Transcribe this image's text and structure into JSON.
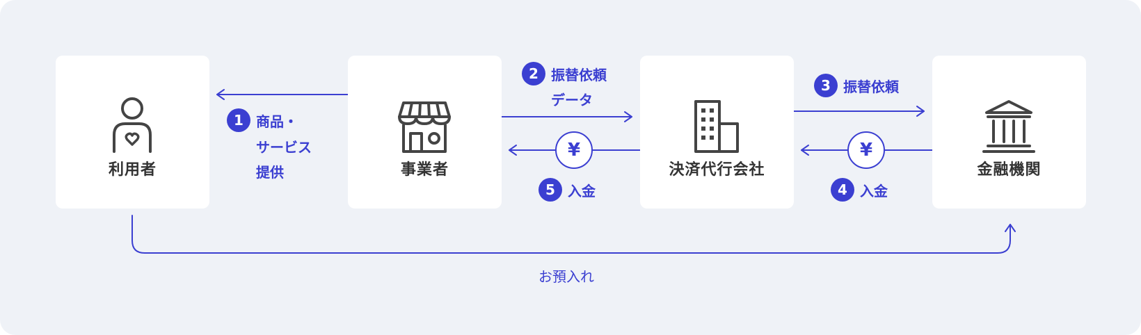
{
  "nodes": [
    {
      "id": "user",
      "label": "利用者",
      "icon": "person-heart-icon"
    },
    {
      "id": "merchant",
      "label": "事業者",
      "icon": "storefront-icon"
    },
    {
      "id": "agency",
      "label": "決済代行会社",
      "icon": "office-building-icon"
    },
    {
      "id": "bank",
      "label": "金融機関",
      "icon": "bank-icon"
    }
  ],
  "steps": [
    {
      "number": "1",
      "lines": [
        "商品・",
        "サービス",
        "提供"
      ]
    },
    {
      "number": "2",
      "lines": [
        "振替依頼",
        "データ"
      ]
    },
    {
      "number": "3",
      "lines": [
        "振替依頼"
      ]
    },
    {
      "number": "4",
      "lines": [
        "入金"
      ]
    },
    {
      "number": "5",
      "lines": [
        "入金"
      ]
    }
  ],
  "yen_symbol": "¥",
  "deposit_label": "お預入れ",
  "colors": {
    "accent": "#3b3fd1",
    "background": "#eff2f7",
    "card": "#ffffff",
    "icon": "#444444",
    "text": "#333333"
  }
}
